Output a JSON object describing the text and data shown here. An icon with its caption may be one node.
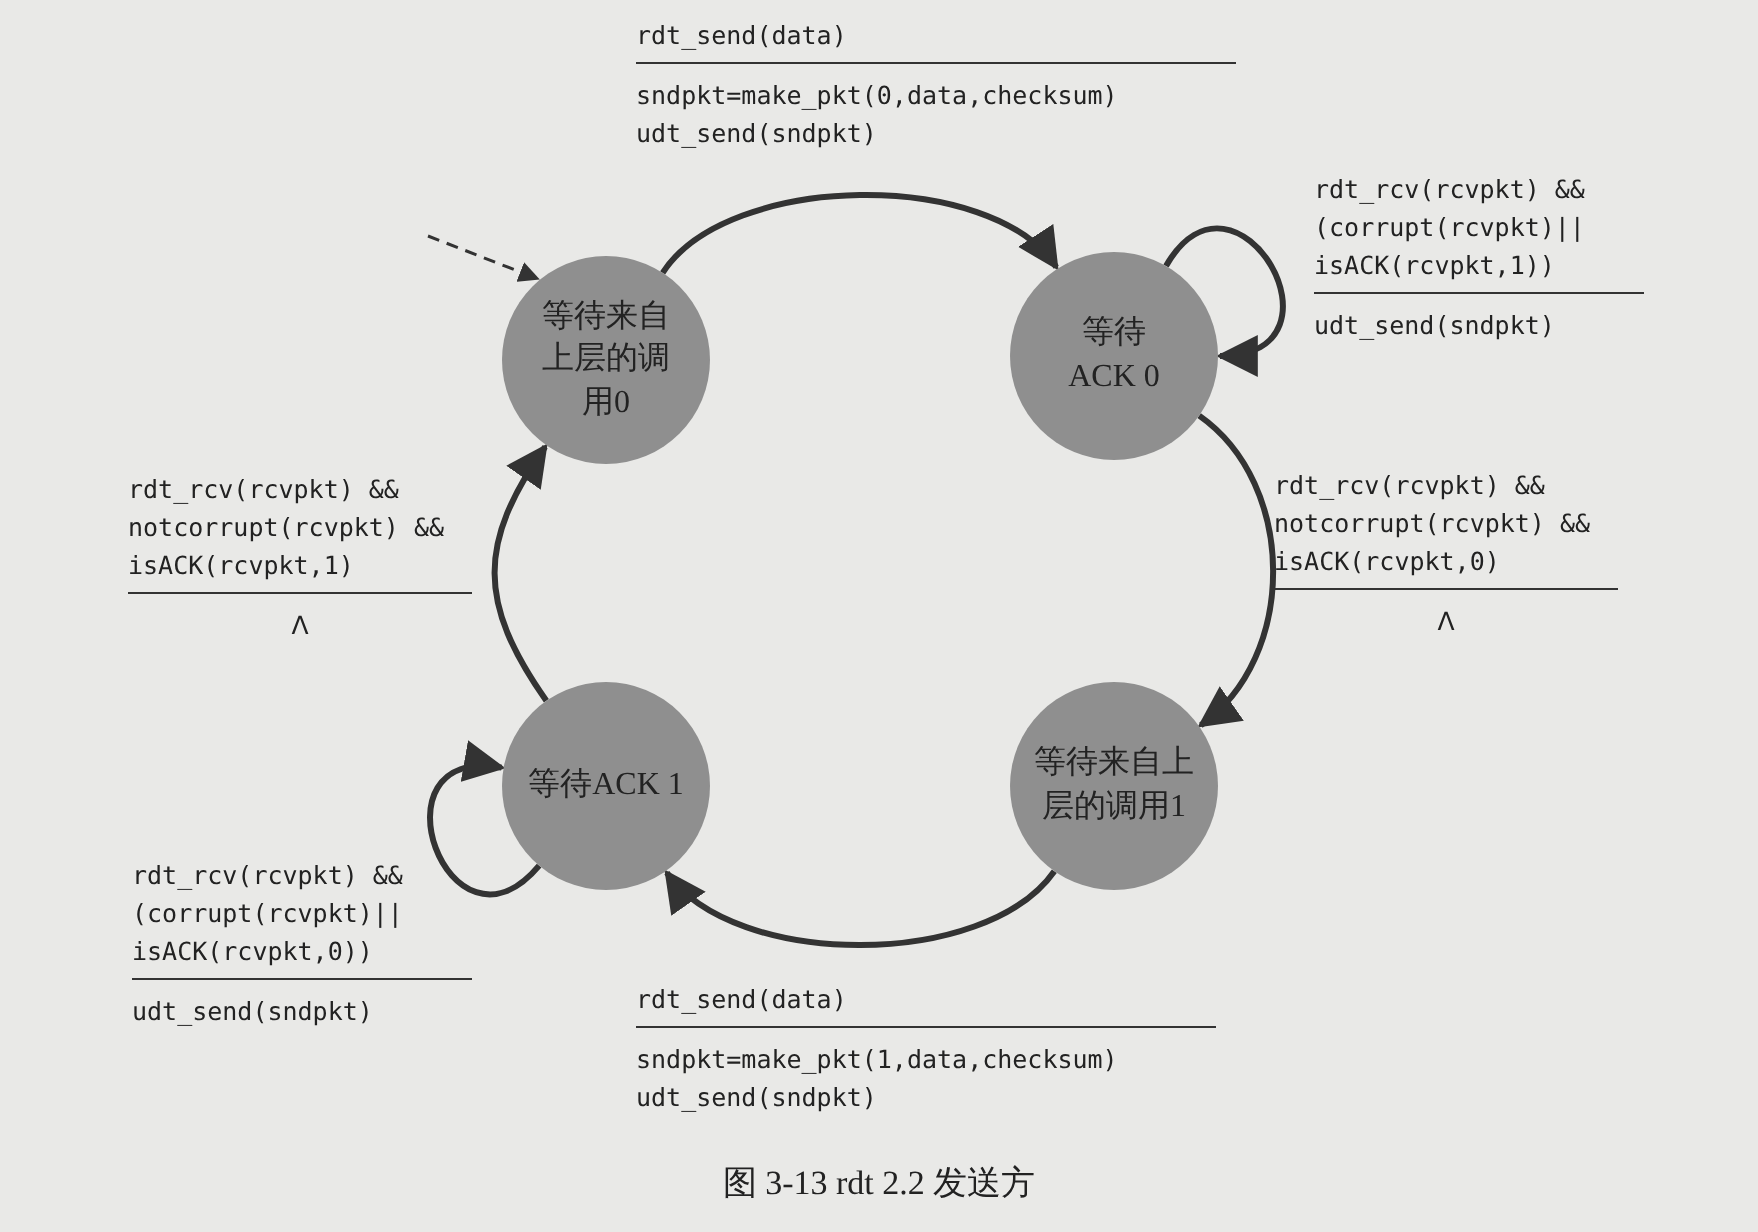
{
  "diagram": {
    "caption": "图 3-13 rdt 2.2 发送方",
    "nodes": [
      {
        "text": [
          "等待来自上层的调用0"
        ]
      },
      {
        "text": [
          "等待ACK 0"
        ]
      },
      {
        "text": [
          "等待来自上层的调用1"
        ]
      },
      {
        "text": [
          "等待ACK 1"
        ]
      }
    ],
    "edges": [
      {
        "from": null,
        "to": 0,
        "arrow": "to",
        "style": "dashed"
      },
      {
        "from": 0,
        "to": 1,
        "arrow": "to",
        "label": [
          "rdt_send(data)",
          "sndpkt=make_pkt(0,data,checksum) udt_send(sndpkt)"
        ]
      },
      {
        "from": 1,
        "to": 1,
        "arrow": "to",
        "label": [
          "rdt_rcv(rcvpkt) && (corrupt(rcvpkt)|| isACK(rcvpkt,1))",
          "udt_send(sndpkt)"
        ]
      },
      {
        "from": 1,
        "to": 2,
        "arrow": "to",
        "label": [
          "rdt_rcv(rcvpkt) && notcorrupt(rcvpkt) && isACK(rcvpkt,0)",
          "Λ"
        ]
      },
      {
        "from": 2,
        "to": 3,
        "arrow": "to",
        "label": [
          "rdt_send(data)",
          "sndpkt=make_pkt(1,data,checksum) udt_send(sndpkt)"
        ]
      },
      {
        "from": 3,
        "to": 3,
        "arrow": "to",
        "label": [
          "rdt_rcv(rcvpkt) && (corrupt(rcvpkt)|| isACK(rcvpkt,0))",
          "udt_send(sndpkt)"
        ]
      },
      {
        "from": 3,
        "to": 0,
        "arrow": "to",
        "label": [
          "rdt_rcv(rcvpkt) && notcorrupt(rcvpkt) && isACK(rcvpkt,1)",
          "Λ"
        ]
      }
    ]
  }
}
